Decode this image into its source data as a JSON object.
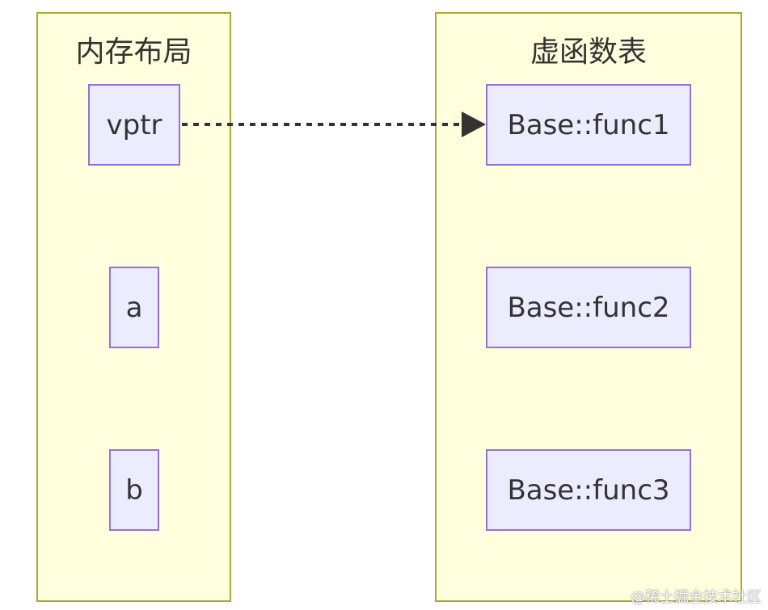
{
  "clusters": {
    "memory_layout": {
      "title": "内存布局",
      "nodes": {
        "vptr": "vptr",
        "a": "a",
        "b": "b"
      }
    },
    "vtable": {
      "title": "虚函数表",
      "nodes": {
        "func1": "Base::func1",
        "func2": "Base::func2",
        "func3": "Base::func3"
      }
    }
  },
  "edges": [
    {
      "from": "vptr",
      "to": "Base::func1",
      "style": "dotted",
      "arrow": "filled-triangle"
    }
  ],
  "colors": {
    "cluster_fill": "#ffffde",
    "cluster_border": "#aaaa33",
    "node_fill": "#ececff",
    "node_border": "#9370db",
    "edge": "#333333",
    "text": "#333333"
  },
  "watermark": "@稀土掘金技术社区"
}
